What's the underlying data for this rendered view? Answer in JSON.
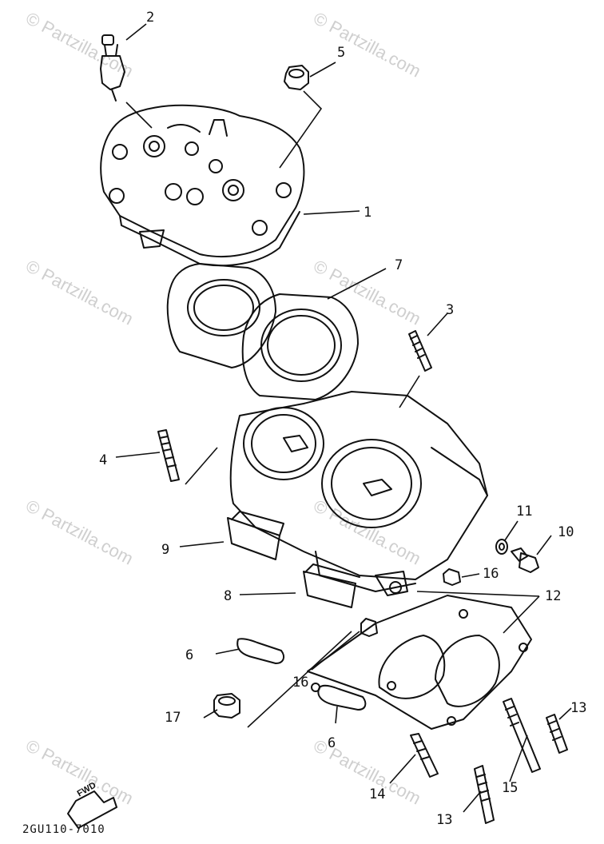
{
  "watermark": "© Partzilla.com",
  "diagram_code": "2GU110-7010",
  "fwd_label": "FWD",
  "callouts": [
    {
      "id": "1",
      "text": "1"
    },
    {
      "id": "2",
      "text": "2"
    },
    {
      "id": "3",
      "text": "3"
    },
    {
      "id": "4",
      "text": "4"
    },
    {
      "id": "5",
      "text": "5"
    },
    {
      "id": "6a",
      "text": "6"
    },
    {
      "id": "6b",
      "text": "6"
    },
    {
      "id": "7",
      "text": "7"
    },
    {
      "id": "8",
      "text": "8"
    },
    {
      "id": "9",
      "text": "9"
    },
    {
      "id": "10",
      "text": "10"
    },
    {
      "id": "11",
      "text": "11"
    },
    {
      "id": "12",
      "text": "12"
    },
    {
      "id": "13a",
      "text": "13"
    },
    {
      "id": "13b",
      "text": "13"
    },
    {
      "id": "14",
      "text": "14"
    },
    {
      "id": "15",
      "text": "15"
    },
    {
      "id": "16a",
      "text": "16"
    },
    {
      "id": "16b",
      "text": "16"
    },
    {
      "id": "17",
      "text": "17"
    }
  ]
}
